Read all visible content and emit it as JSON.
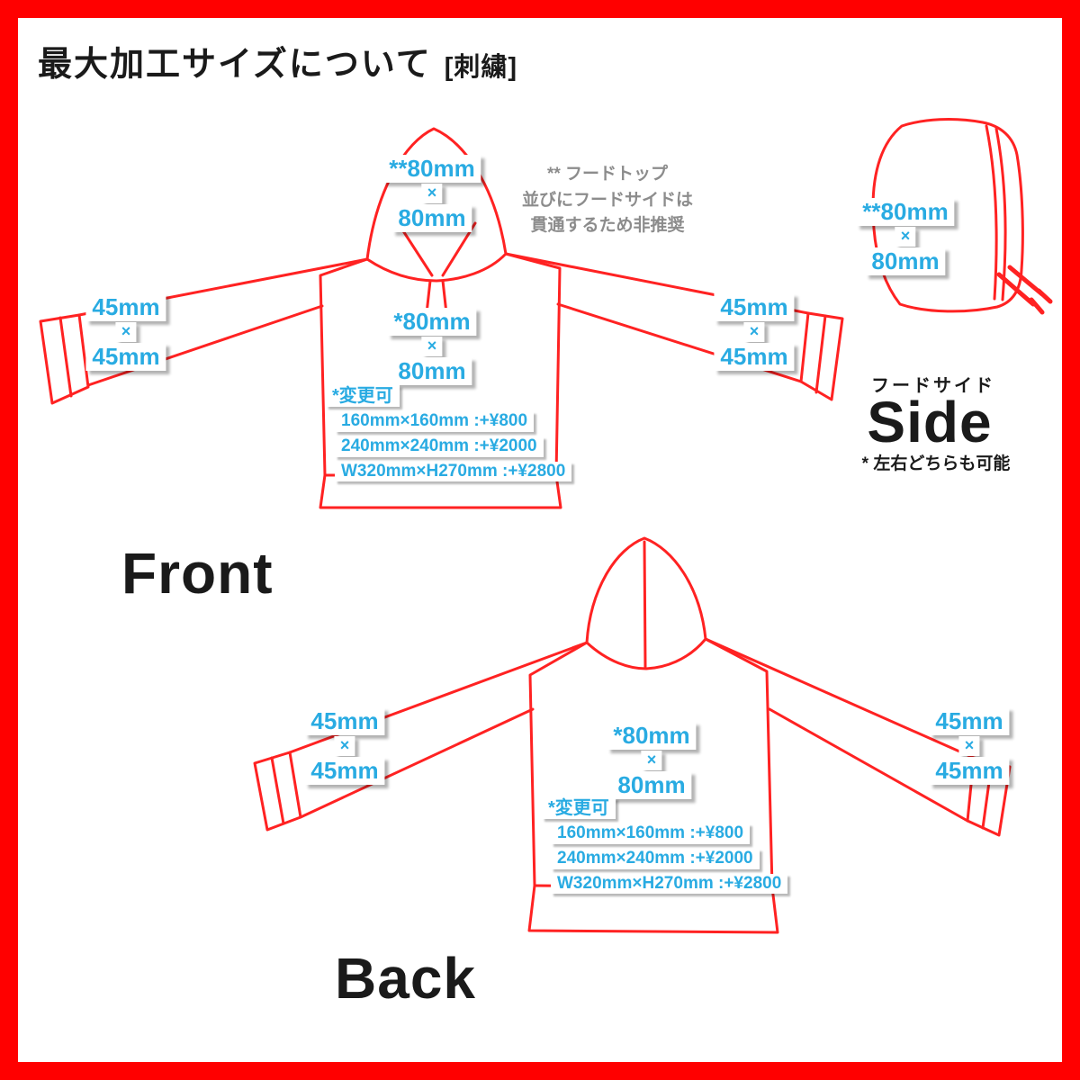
{
  "colors": {
    "border": "#ff0000",
    "line": "#ff2222",
    "blue": "#29abe2",
    "gray": "#8c8c8c",
    "black": "#1a1a1a"
  },
  "header": {
    "title": "最大加工サイズについて",
    "tag": "[刺繍]"
  },
  "front": {
    "view_label": "Front",
    "hood_top": {
      "w": "**80mm",
      "x": "×",
      "h": "80mm"
    },
    "hood_note": {
      "line1": "** フードトップ",
      "line2": "並びにフードサイドは",
      "line3": "貫通するため非推奨"
    },
    "left_sleeve": {
      "w": "45mm",
      "x": "×",
      "h": "45mm"
    },
    "right_sleeve": {
      "w": "45mm",
      "x": "×",
      "h": "45mm"
    },
    "chest": {
      "w": "*80mm",
      "x": "×",
      "h": "80mm"
    },
    "options": {
      "title": "*変更可",
      "line1": "160mm×160mm :+¥800",
      "line2": "240mm×240mm :+¥2000",
      "line3": "W320mm×H270mm :+¥2800"
    }
  },
  "side": {
    "view_label": "Side",
    "caption": "フードサイド",
    "note": "* 左右どちらも可能",
    "size": {
      "w": "**80mm",
      "x": "×",
      "h": "80mm"
    }
  },
  "back": {
    "view_label": "Back",
    "left_sleeve": {
      "w": "45mm",
      "x": "×",
      "h": "45mm"
    },
    "right_sleeve": {
      "w": "45mm",
      "x": "×",
      "h": "45mm"
    },
    "center": {
      "w": "*80mm",
      "x": "×",
      "h": "80mm"
    },
    "options": {
      "title": "*変更可",
      "line1": "160mm×160mm :+¥800",
      "line2": "240mm×240mm :+¥2000",
      "line3": "W320mm×H270mm :+¥2800"
    }
  }
}
